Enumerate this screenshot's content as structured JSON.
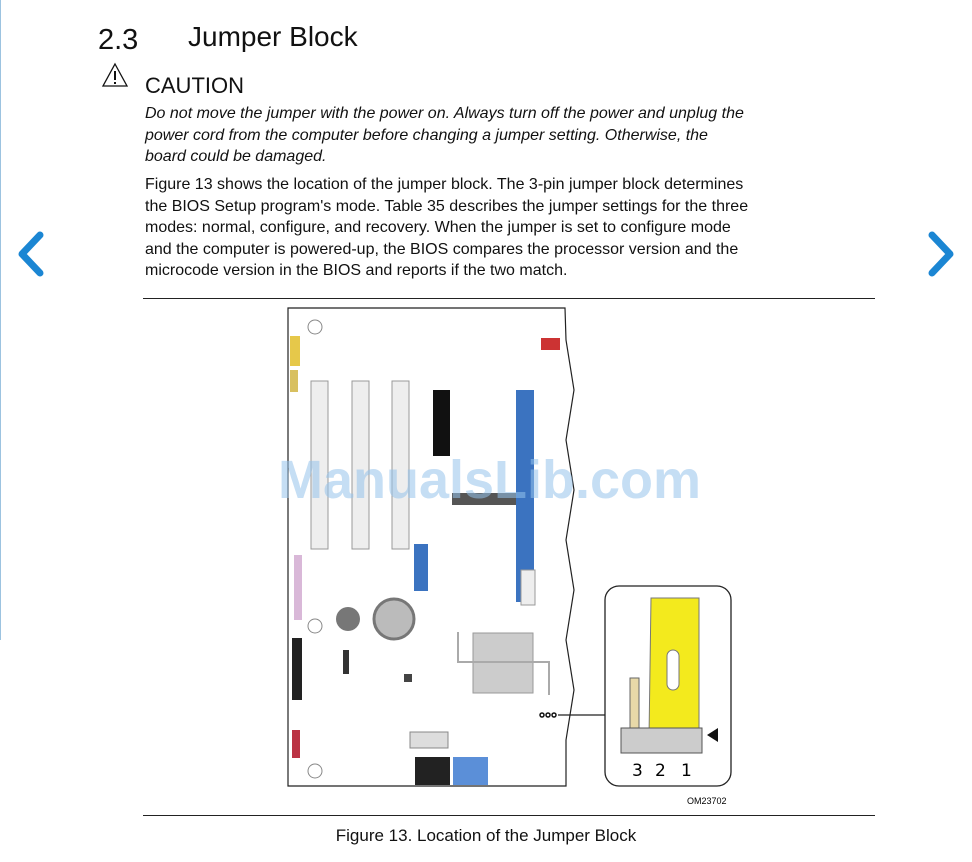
{
  "section": {
    "number": "2.3",
    "title": "Jumper Block"
  },
  "caution": {
    "icon": "warning-triangle-icon",
    "label": "CAUTION",
    "lines": [
      "Do not move the jumper with the power on. Always turn off the power and unplug the",
      "power cord from the computer before changing a jumper setting. Otherwise, the",
      "board could be damaged."
    ]
  },
  "body": {
    "lines": [
      "Figure 13 shows the location of the jumper block. The 3-pin jumper block determines",
      "the BIOS Setup program's mode. Table 35 describes the jumper settings for the three",
      "modes: normal, configure, and recovery. When the jumper is set to configure mode",
      "and the computer is powered-up, the BIOS compares the processor version and the",
      "microcode version in the BIOS and reports if the two match."
    ]
  },
  "figure": {
    "pin_labels": [
      "3",
      "2",
      "1"
    ],
    "drawing_id": "OM23702",
    "caption": "Figure 13. Location of the Jumper Block",
    "watermark": "ManualsLib.com"
  },
  "nav": {
    "prev_icon": "chevron-left-icon",
    "next_icon": "chevron-right-icon",
    "color": "#1b86d3"
  }
}
